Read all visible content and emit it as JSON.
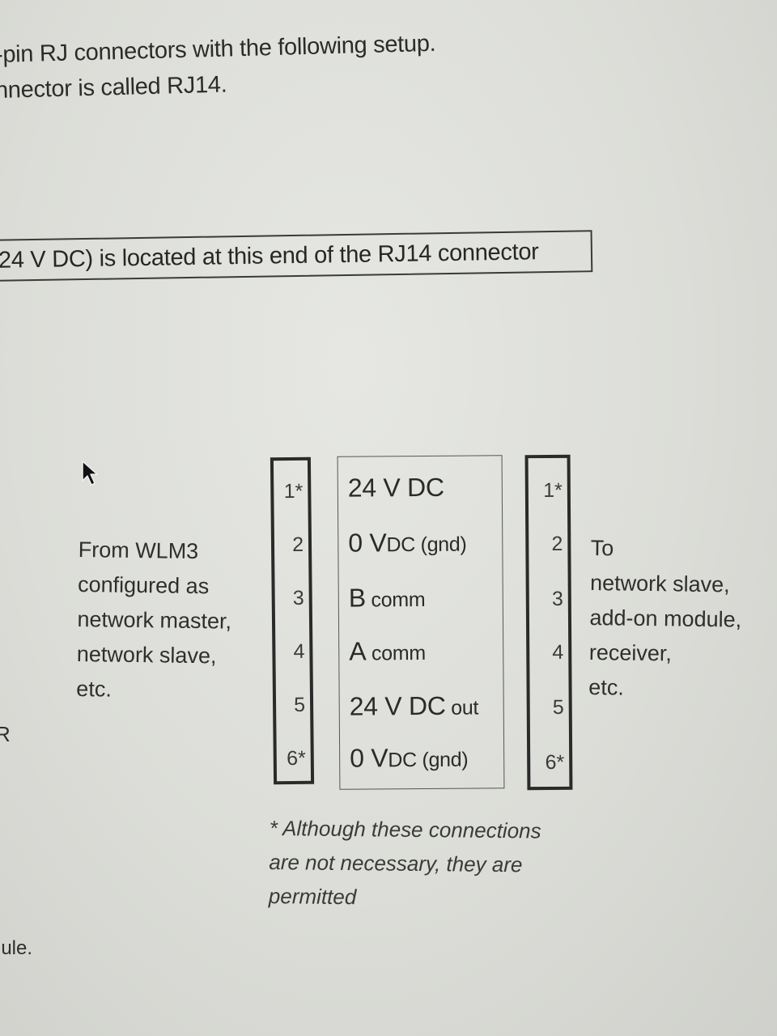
{
  "intro": {
    "line1": "-pin RJ connectors with the following setup.",
    "line2": "nnector is called RJ14."
  },
  "note": "24 V DC) is located at this end of the RJ14 connector",
  "from_text": [
    "From WLM3",
    "configured as",
    "network master,",
    "network slave,",
    "etc."
  ],
  "to_text": [
    "To",
    "network slave,",
    "add-on module,",
    "receiver,",
    "etc."
  ],
  "pins_left": [
    "1*",
    "2",
    "3",
    "4",
    "5",
    "6*"
  ],
  "pins_right": [
    "1*",
    "2",
    "3",
    "4",
    "5",
    "6*"
  ],
  "signals": [
    {
      "main": "24 V DC",
      "sub": ""
    },
    {
      "main": "0 V",
      "sub": "DC (gnd)"
    },
    {
      "main": "B",
      "sub": " comm"
    },
    {
      "main": "A",
      "sub": " comm"
    },
    {
      "main": "24 V DC",
      "sub": " out"
    },
    {
      "main": "0 V",
      "sub": "DC (gnd)"
    }
  ],
  "footnote": [
    "* Although these connections",
    "are not necessary, they are",
    "permitted"
  ],
  "stray": {
    "left_r": "R",
    "left_ule": "lule."
  },
  "icons": {
    "cursor": "mouse-pointer-icon"
  }
}
